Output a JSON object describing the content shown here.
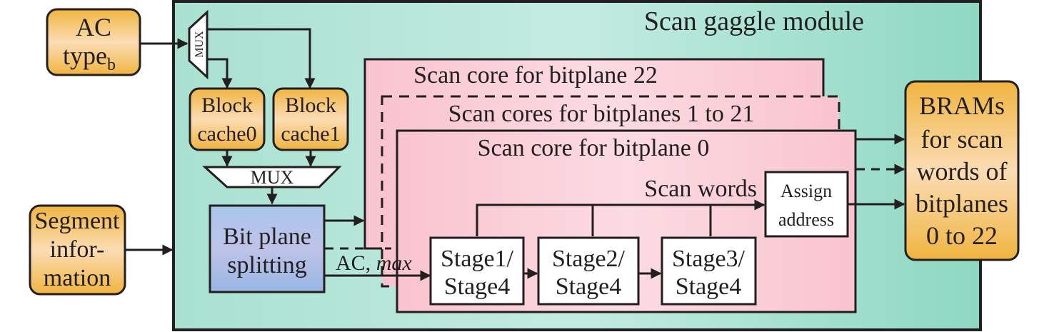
{
  "colors": {
    "module_bg_left": "#a9e1d1",
    "module_bg_mid": "#c3ece0",
    "module_bg_right": "#8ed8c2",
    "core_bg": "#f9c4cf",
    "core_bg_light": "#fcdbe2",
    "orange_edge": "#f0b440",
    "orange_mid": "#fbdcb4",
    "blue_top": "#a9c6ec",
    "blue_mid": "#bfc3e8",
    "blue_bottom": "#98b6e4",
    "stroke": "#231f20"
  },
  "inputs": {
    "ac_type": {
      "line1": "AC",
      "line2": "type",
      "subscript": "b"
    },
    "segment_info": {
      "line1": "Segment",
      "line2": "infor-",
      "line3": "mation"
    }
  },
  "module": {
    "title": "Scan gaggle module",
    "mux_small": "MUX",
    "block_cache0": {
      "line1": "Block",
      "line2": "cache0"
    },
    "block_cache1": {
      "line1": "Block",
      "line2": "cache1"
    },
    "mux_wide": "MUX",
    "bit_plane_splitting": {
      "line1": "Bit plane",
      "line2": "splitting"
    },
    "signal_label": {
      "regular": "AC, ",
      "italic": "max"
    }
  },
  "cores": {
    "core22_title": "Scan core for bitplane 22",
    "core1_21_title": "Scan cores for bitplanes 1 to 21",
    "core0_title": "Scan core for bitplane 0",
    "scan_words_label": "Scan words",
    "assign_address": {
      "line1": "Assign",
      "line2": "address"
    },
    "stages": [
      {
        "line1": "Stage1/",
        "line2": "Stage4"
      },
      {
        "line1": "Stage2/",
        "line2": "Stage4"
      },
      {
        "line1": "Stage3/",
        "line2": "Stage4"
      }
    ]
  },
  "output": {
    "brams": {
      "line1": "BRAMs",
      "line2": "for scan",
      "line3": "words of",
      "line4": "bitplanes",
      "line5": "0 to 22"
    }
  }
}
